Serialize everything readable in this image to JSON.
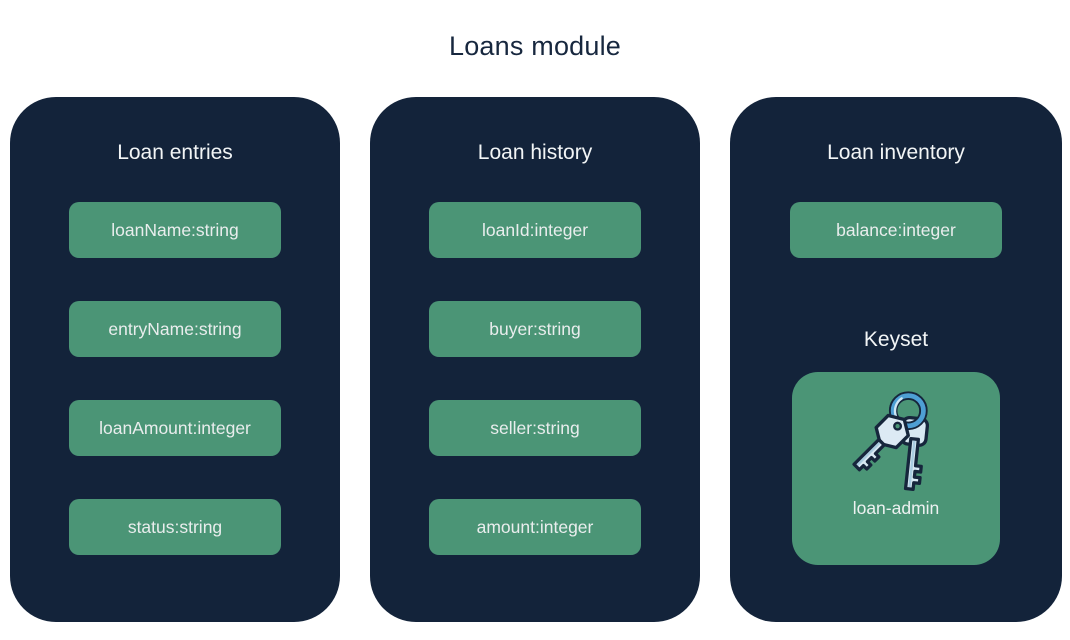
{
  "title": "Loans module",
  "panels": [
    {
      "title": "Loan entries",
      "fields": [
        "loanName:string",
        "entryName:string",
        "loanAmount:integer",
        "status:string"
      ]
    },
    {
      "title": "Loan history",
      "fields": [
        "loanId:integer",
        "buyer:string",
        "seller:string",
        "amount:integer"
      ]
    },
    {
      "title": "Loan inventory",
      "fields": [
        "balance:integer"
      ],
      "keyset": {
        "label": "Keyset",
        "name": "loan-admin",
        "icon": "keys-icon"
      }
    }
  ],
  "colors": {
    "page_bg": "#FFFFFF",
    "title_text": "#17273E",
    "panel_bg": "#13233A",
    "panel_text": "#F2F5F6",
    "field_bg": "#4B9576",
    "field_text": "#E9EDED",
    "key_outline": "#16263C",
    "key_fill": "#D7E8F2",
    "key_ring_blue": "#4E9FD4"
  }
}
